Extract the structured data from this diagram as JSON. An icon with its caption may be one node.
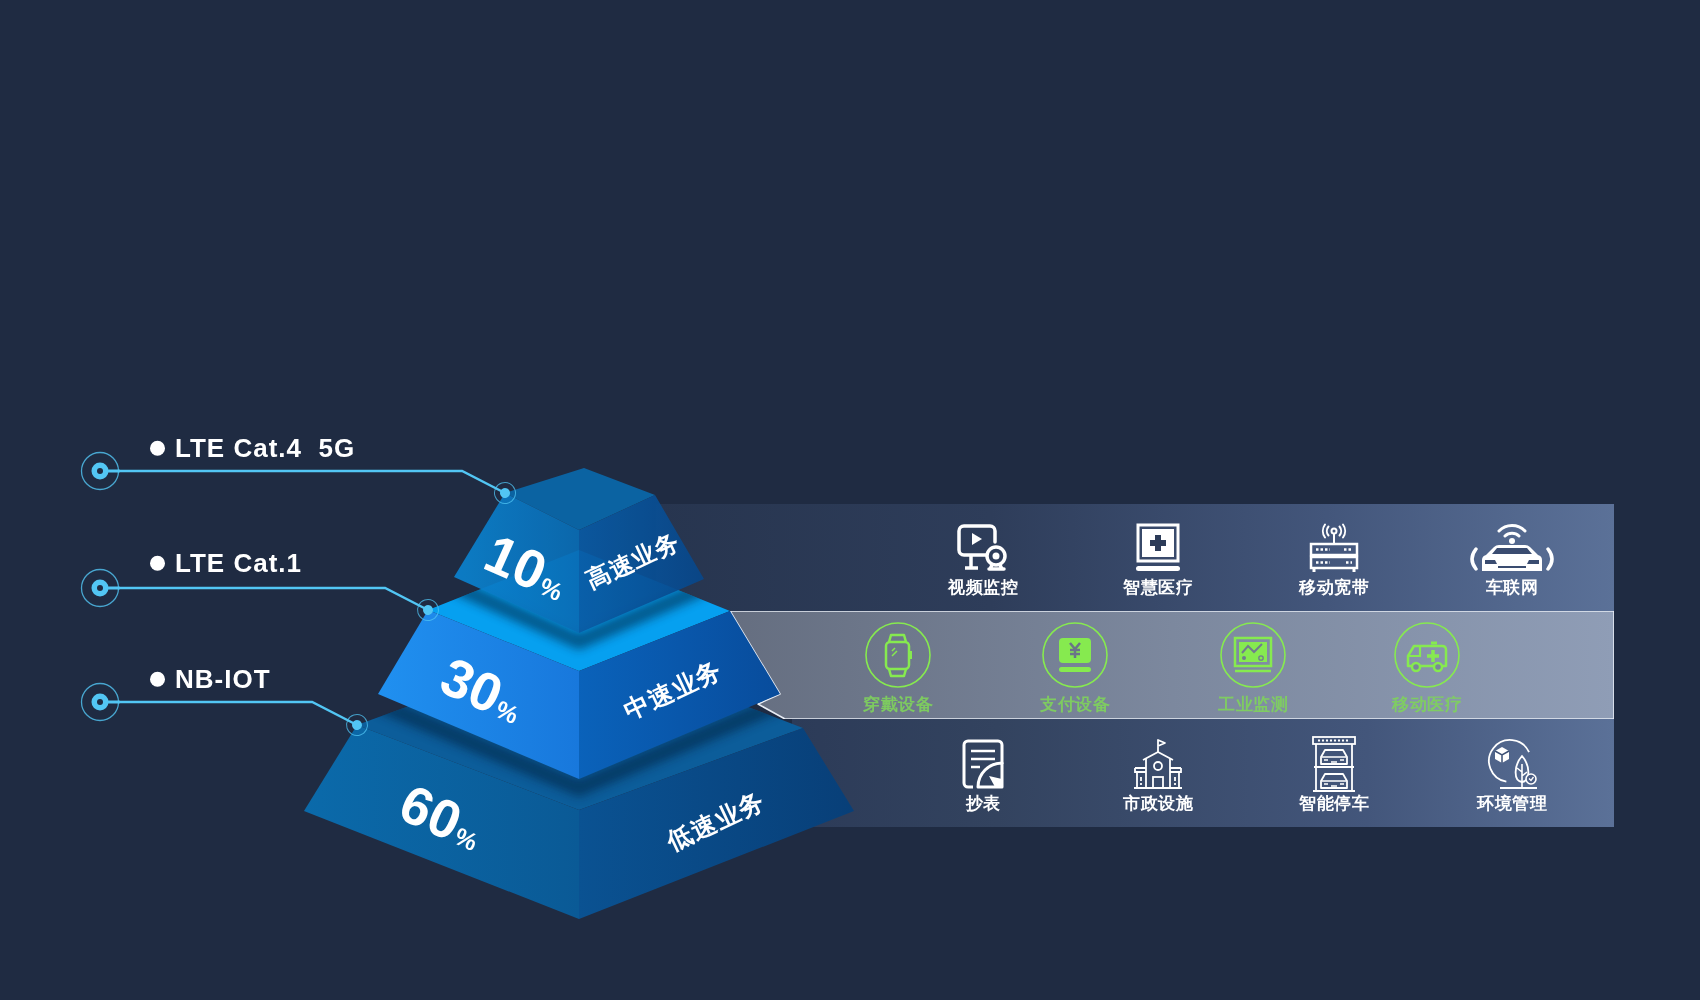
{
  "diagram": {
    "nodes": [
      {
        "text": [],
        "shape": "circle",
        "beside": [
          "LTE Cat.4  5G"
        ]
      },
      {
        "text": [],
        "shape": "circle",
        "beside": [
          "LTE Cat.1"
        ]
      },
      {
        "text": [],
        "shape": "circle",
        "beside": [
          "NB-IOT"
        ]
      },
      {
        "text": [
          "10%",
          "高速业务"
        ]
      },
      {
        "text": [
          "30%",
          "中速业务"
        ]
      },
      {
        "text": [
          "60%",
          "低速业务"
        ]
      },
      {
        "text": [
          "视频监控",
          "智慧医疗",
          "移动宽带",
          "车联网"
        ]
      },
      {
        "text": [
          "穿戴设备",
          "支付设备",
          "工业监测",
          "移动医疗"
        ]
      },
      {
        "text": [
          "抄表",
          "市政设施",
          "智能停车",
          "环境管理"
        ]
      }
    ],
    "edges": [
      {
        "from": 0,
        "to": 3,
        "arrow": "other"
      },
      {
        "from": 1,
        "to": 4,
        "arrow": "other"
      },
      {
        "from": 2,
        "to": 5,
        "arrow": "other"
      }
    ]
  }
}
